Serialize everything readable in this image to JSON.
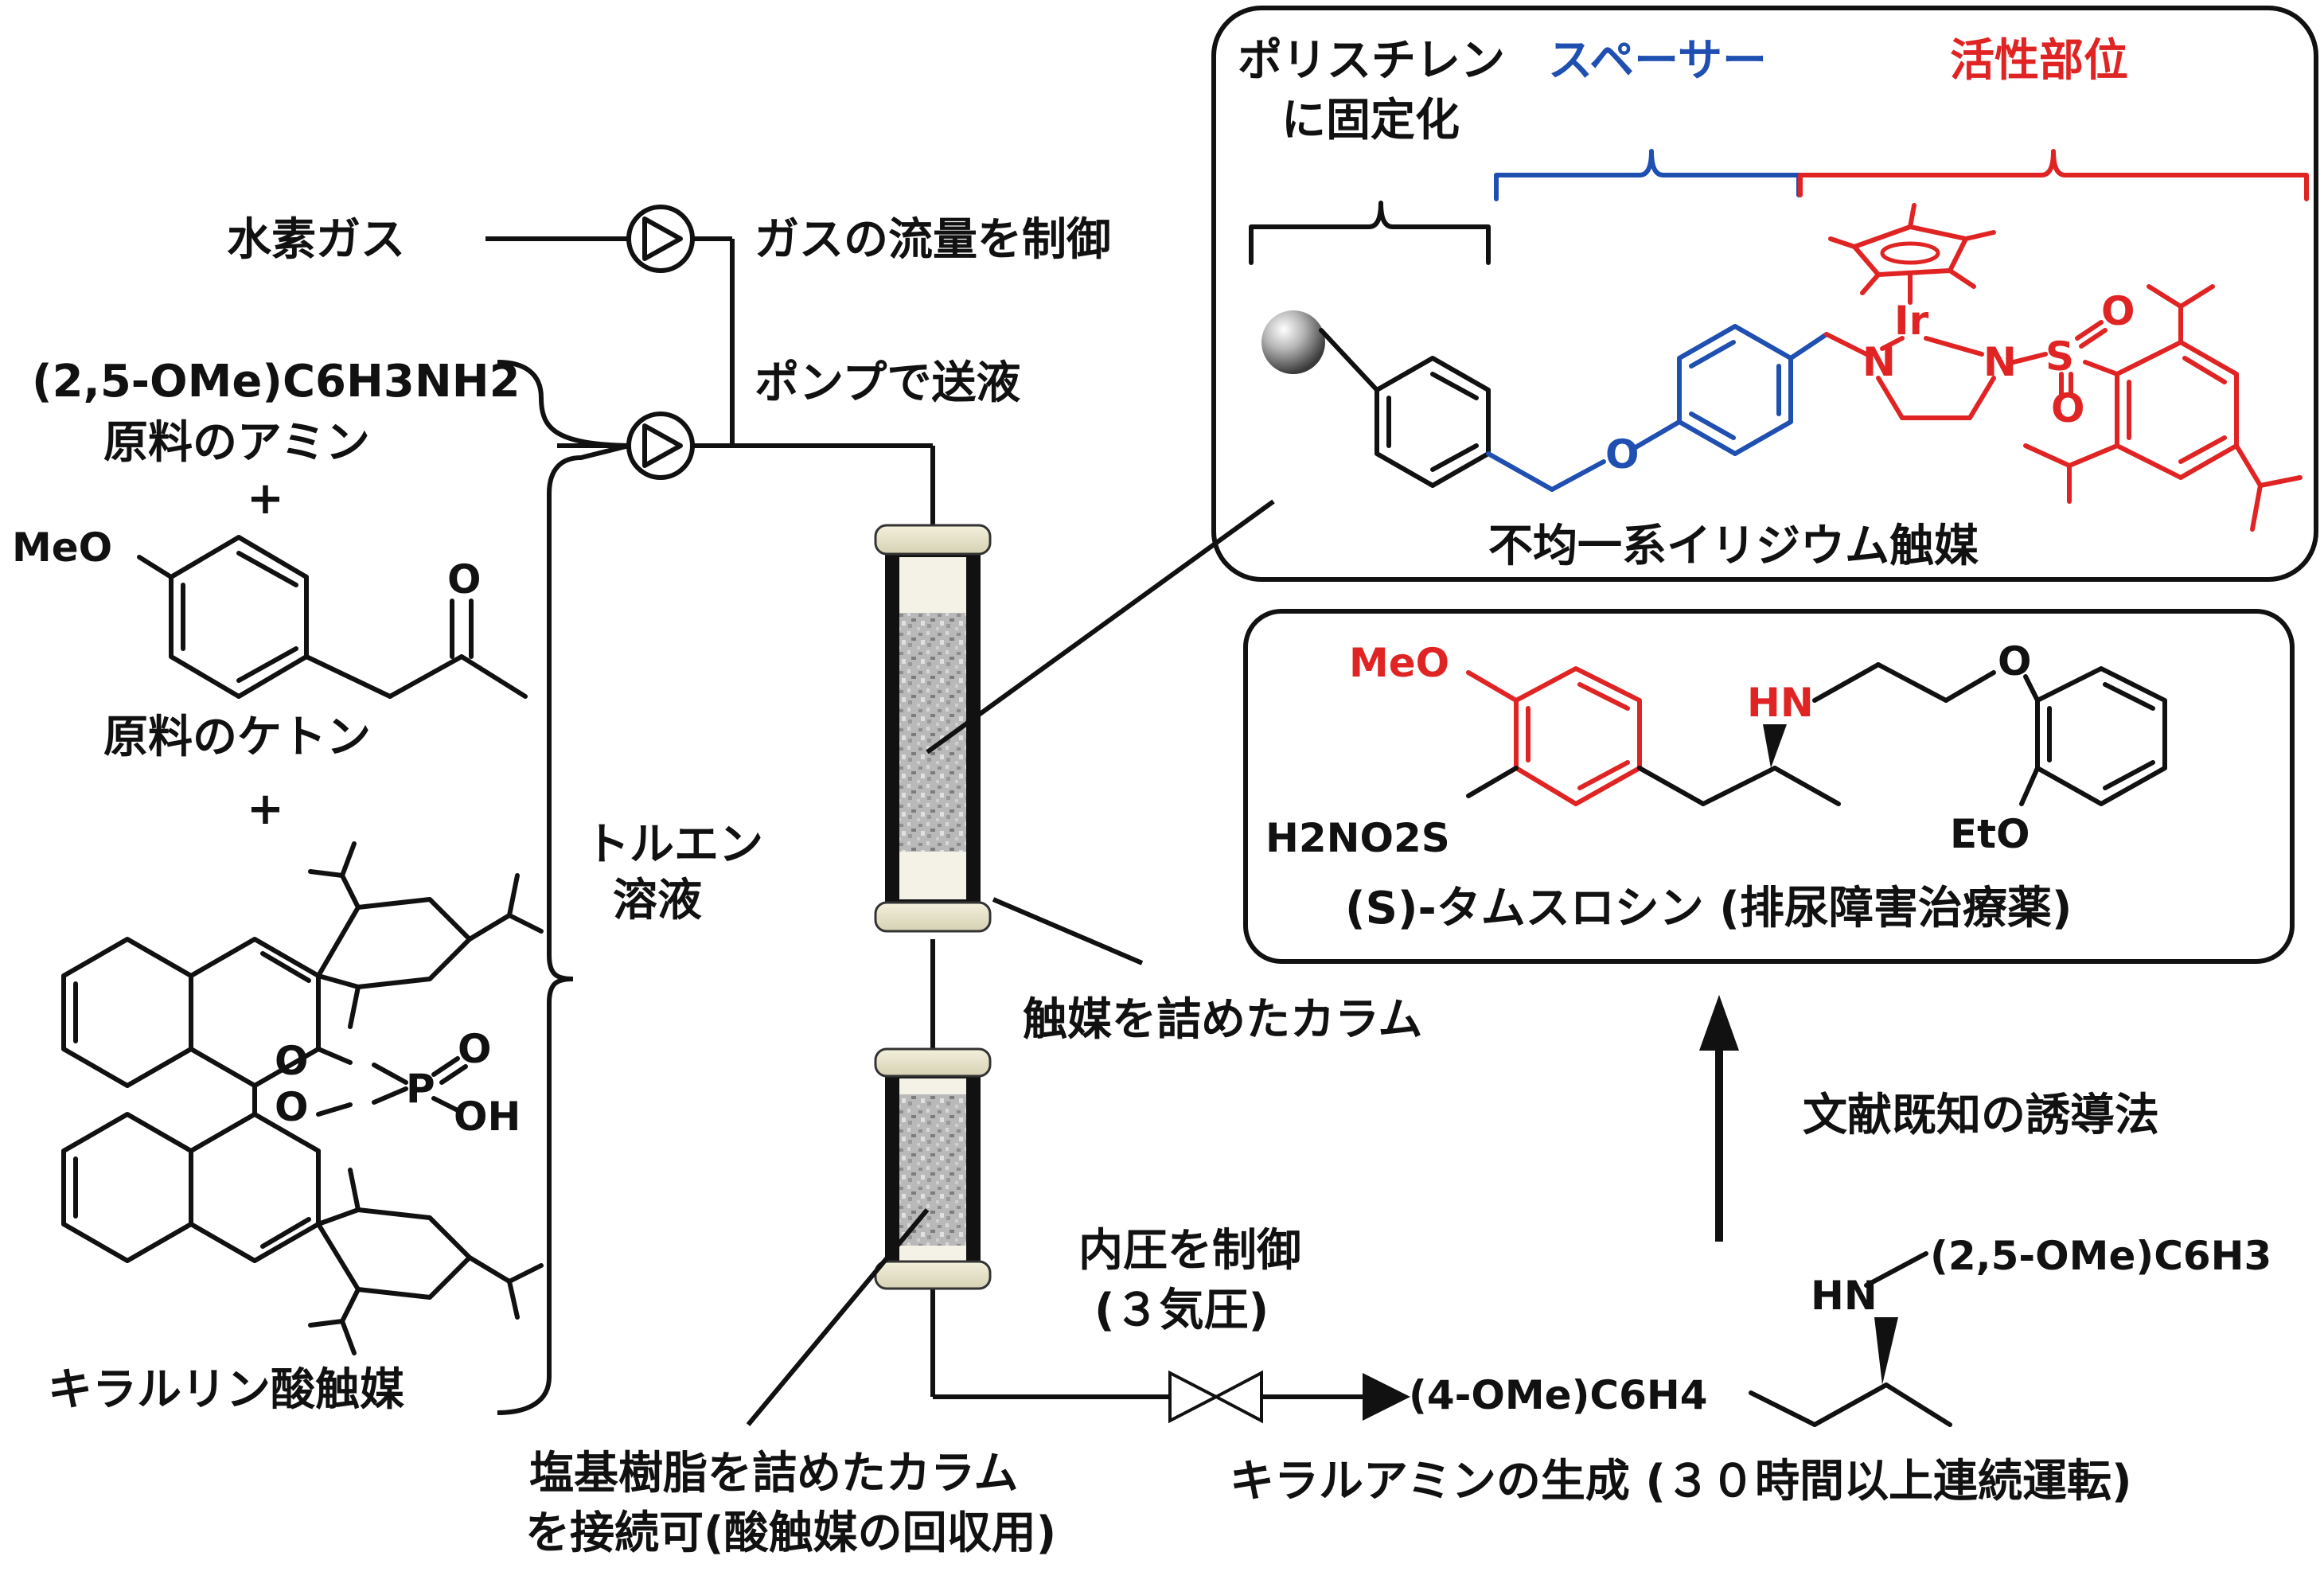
{
  "flow": {
    "hydrogen_gas": "水素ガス",
    "gas_flow_control": "ガスの流量を制御",
    "pump_feed": "ポンプで送液",
    "amine_formula": "(2,5-OMe)C6H3NH2",
    "amine_label": "原料のアミン",
    "plus1": "+",
    "meo": "MeO",
    "ketone_o": "O",
    "ketone_label": "原料のケトン",
    "plus2": "+",
    "toluene_line1": "トルエン",
    "toluene_line2": "溶液",
    "phos_o1": "O",
    "phos_o2": "O",
    "phos_p": "P",
    "phos_o3": "O",
    "phos_oh": "OH",
    "chiral_acid_label": "キラルリン酸触媒",
    "catalyst_column": "触媒を詰めたカラム",
    "base_resin_line1": "塩基樹脂を詰めたカラム",
    "base_resin_line2": "を接続可(酸触媒の回収用)",
    "pressure_line1": "内圧を制御",
    "pressure_line2": "(３気圧)",
    "product_lhs": "(4-OMe)C6H4",
    "product_hn": "HN",
    "product_rhs": "(2,5-OMe)C6H3",
    "product_label": "キラルアミンの生成 (３０時間以上連続運転)",
    "known_route": "文献既知の誘導法"
  },
  "catalyst_box": {
    "polystyrene_line1": "ポリスチレン",
    "polystyrene_line2": "に固定化",
    "spacer": "スペーサー",
    "active_site": "活性部位",
    "o_link": "O",
    "ir": "Ir",
    "n1": "N",
    "n2": "N",
    "s": "S",
    "so_o1": "O",
    "so_o2": "O",
    "caption": "不均一系イリジウム触媒"
  },
  "tamsulosin_box": {
    "meo": "MeO",
    "hn": "HN",
    "o_top": "O",
    "sulfonamide": "H2NO2S",
    "eto": "EtO",
    "caption": "(S)-タムスロシン (排尿障害治療薬)"
  },
  "colors": {
    "red": "#e02424",
    "blue": "#1f4fb0",
    "black": "#111111"
  }
}
